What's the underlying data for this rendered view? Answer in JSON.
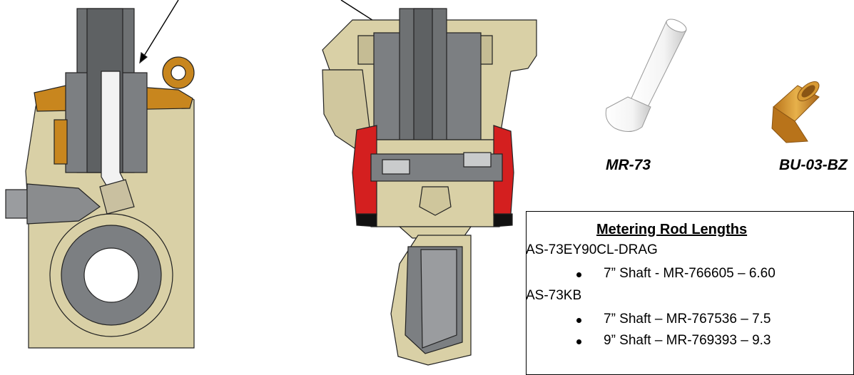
{
  "parts": {
    "rod_label": "MR-73",
    "bushing_label": "BU-03-BZ"
  },
  "metering_table": {
    "title": "Metering Rod Lengths",
    "groups": [
      {
        "name": "AS-73EY90CL-DRAG",
        "items": [
          "7” Shaft - MR-766605 – 6.60"
        ]
      },
      {
        "name": "AS-73KB",
        "items": [
          "7” Shaft – MR-767536 – 7.5",
          "9” Shaft – MR-769393 – 9.3"
        ]
      }
    ]
  },
  "colors": {
    "casting": "#D9D0A6",
    "steel": "#6E7173",
    "brass": "#C8861E",
    "red_seal": "#D41F1F",
    "white_rod": "#F2F2F2"
  }
}
